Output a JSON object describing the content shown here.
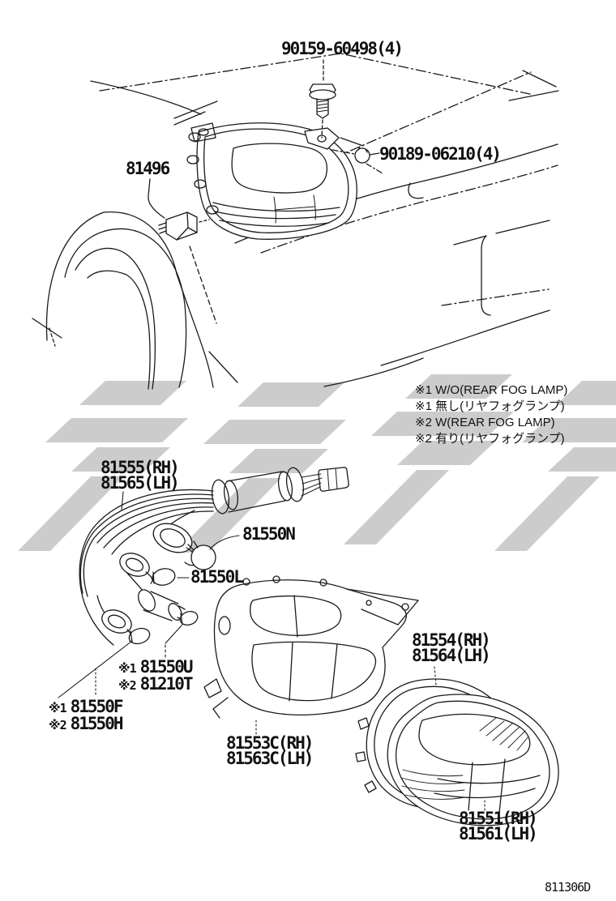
{
  "page": {
    "kind": "parts-catalog-diagram",
    "diagram_code": "811306D",
    "line_color": "#1a1a1a",
    "watermark_color": "#cccccc"
  },
  "callouts": {
    "bolt": "90159-60498(4)",
    "clip": "90189-06210(4)",
    "socket_cover": "81496",
    "harness_rh": "81555(RH)",
    "harness_lh": "81565(LH)",
    "bulb_n": "81550N",
    "bulb_l": "81550L",
    "wedge_row1_mark": "※1",
    "wedge_row1_num": "81550U",
    "wedge_row2_mark": "※2",
    "wedge_row2_num": "81210T",
    "oval_row1_mark": "※1",
    "oval_row1_num": "81550F",
    "oval_row2_mark": "※2",
    "oval_row2_num": "81550H",
    "body_rh": "81553C(RH)",
    "body_lh": "81563C(LH)",
    "gasket_rh": "81554(RH)",
    "gasket_lh": "81564(LH)",
    "lens_rh": "81551(RH)",
    "lens_lh": "81561(LH)"
  },
  "notes": [
    "※1 W/O(REAR FOG LAMP)",
    "※1 無し(リヤフォグランプ)",
    "※2 W(REAR FOG LAMP)",
    "※2 有り(リヤフォグランプ)"
  ]
}
